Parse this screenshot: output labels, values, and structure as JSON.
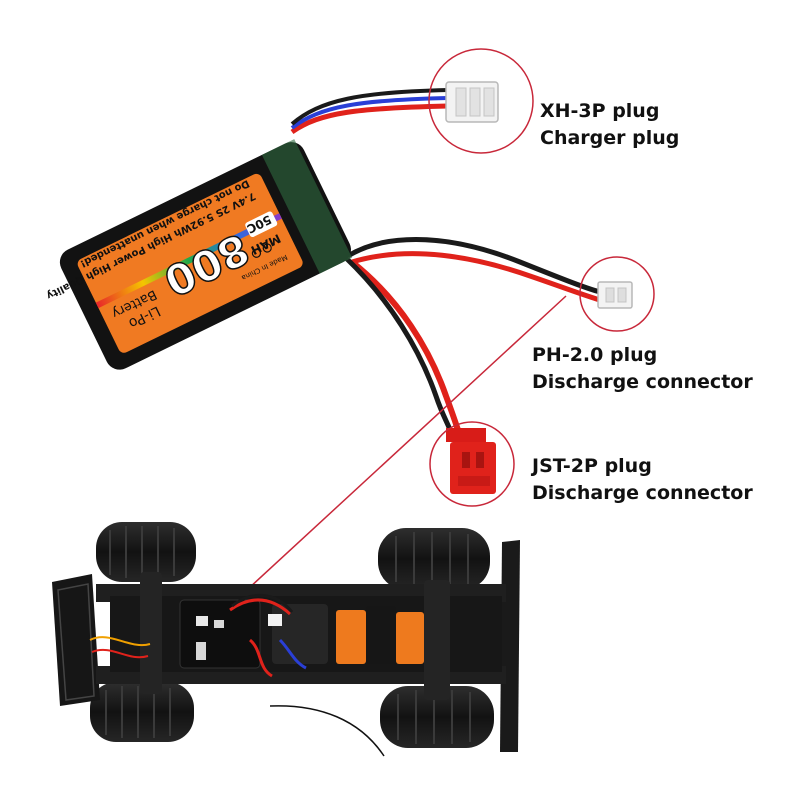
{
  "battery": {
    "capacity": "800",
    "capacity_unit": "MAH",
    "c_rating": "50C",
    "chemistry": "Li-Po",
    "type_word": "Battery",
    "spec_line": "7.4V 2S 5.92Wh High Power High Quality",
    "warning": "Do not charge when unattended!",
    "origin": "Made In China"
  },
  "connectors": {
    "xh": {
      "name": "XH-3P plug",
      "role": "Charger plug"
    },
    "ph": {
      "name": "PH-2.0 plug",
      "role": "Discharge connector"
    },
    "jst": {
      "name": "JST-2P plug",
      "role": "Discharge connector"
    }
  },
  "colors": {
    "wire_red": "#e0221b",
    "wire_black": "#1a1a1a",
    "wire_blue": "#2a3fd6",
    "callout": "#c8283a",
    "battery_label": "#f07a22",
    "battery_body": "#121212"
  }
}
